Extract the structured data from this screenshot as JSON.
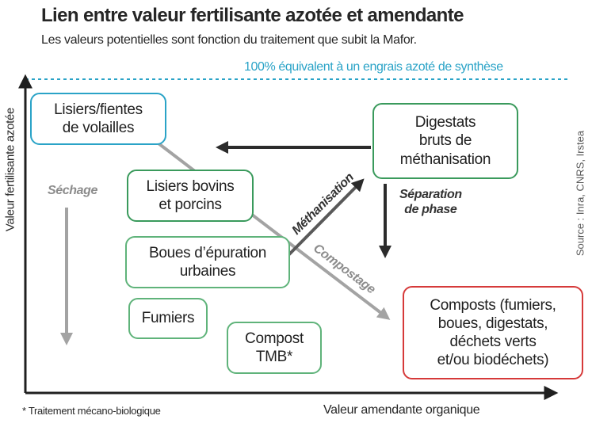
{
  "header": {
    "title": "Lien entre valeur fertilisante azotée et amendante",
    "subtitle": "Les valeurs potentielles sont fonction du traitement que subit la Mafor."
  },
  "reference_line": {
    "label": "100% équivalent à un engrais azoté de synthèse",
    "color": "#2aa3c7"
  },
  "axes": {
    "y_label": "Valeur fertilisante azotée",
    "x_label": "Valeur amendante organique"
  },
  "source": "Source : Inra, CNRS, Irstea",
  "footnote": "* Traitement mécano-biologique",
  "nodes": {
    "lisiers_volailles": "Lisiers/fientes\nde volailles",
    "lisiers_bovins": "Lisiers bovins\net porcins",
    "boues": "Boues d’épuration\nurbaines",
    "fumiers": "Fumiers",
    "compost_tmb": "Compost\nTMB*",
    "digestats": "Digestats\nbruts de\nméthanisation",
    "composts": "Composts (fumiers,\nboues, digestats,\ndéchets verts\net/ou biodéchets)"
  },
  "processes": {
    "sechage": "Séchage",
    "methanisation": "Méthanisation",
    "compostage": "Compostage",
    "separation": "Séparation\nde phase"
  },
  "colors": {
    "blue_border": "#2aa3c7",
    "green_border": "#3a9a5c",
    "red_border": "#d63a3a",
    "dark_arrow": "#2b2b2b",
    "gray_arrow": "#a3a3a3"
  }
}
